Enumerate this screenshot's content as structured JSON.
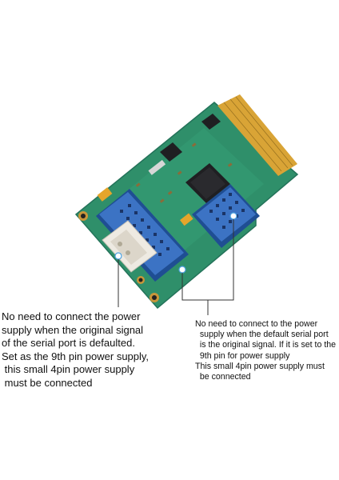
{
  "colors": {
    "pcb": "#2f8f6a",
    "pcb_light": "#3aa57c",
    "connector_blue": "#3c73c4",
    "connector_dark": "#1f4e93",
    "gold": "#d9a436",
    "chip": "#1f1f22",
    "socket": "#eeeae2",
    "capacitor": "#e5a52b",
    "callout_line": "#333333",
    "text": "#111111"
  },
  "icons": {
    "power_socket": "4pin-power-socket-icon",
    "header": "usb-pin-header-icon"
  },
  "annotations": {
    "left": {
      "lines": [
        "No need to connect the power",
        "supply when the original signal",
        "of the serial port is defaulted.",
        "Set as the 9th pin power supply,",
        " this small 4pin power supply",
        " must be connected"
      ]
    },
    "right": {
      "lines": [
        "No need to connect to the power",
        "  supply when the default serial port",
        "  is the original signal. If it is set to the",
        "  9th pin for power supply",
        "This small 4pin power supply must",
        "  be connected"
      ]
    }
  }
}
